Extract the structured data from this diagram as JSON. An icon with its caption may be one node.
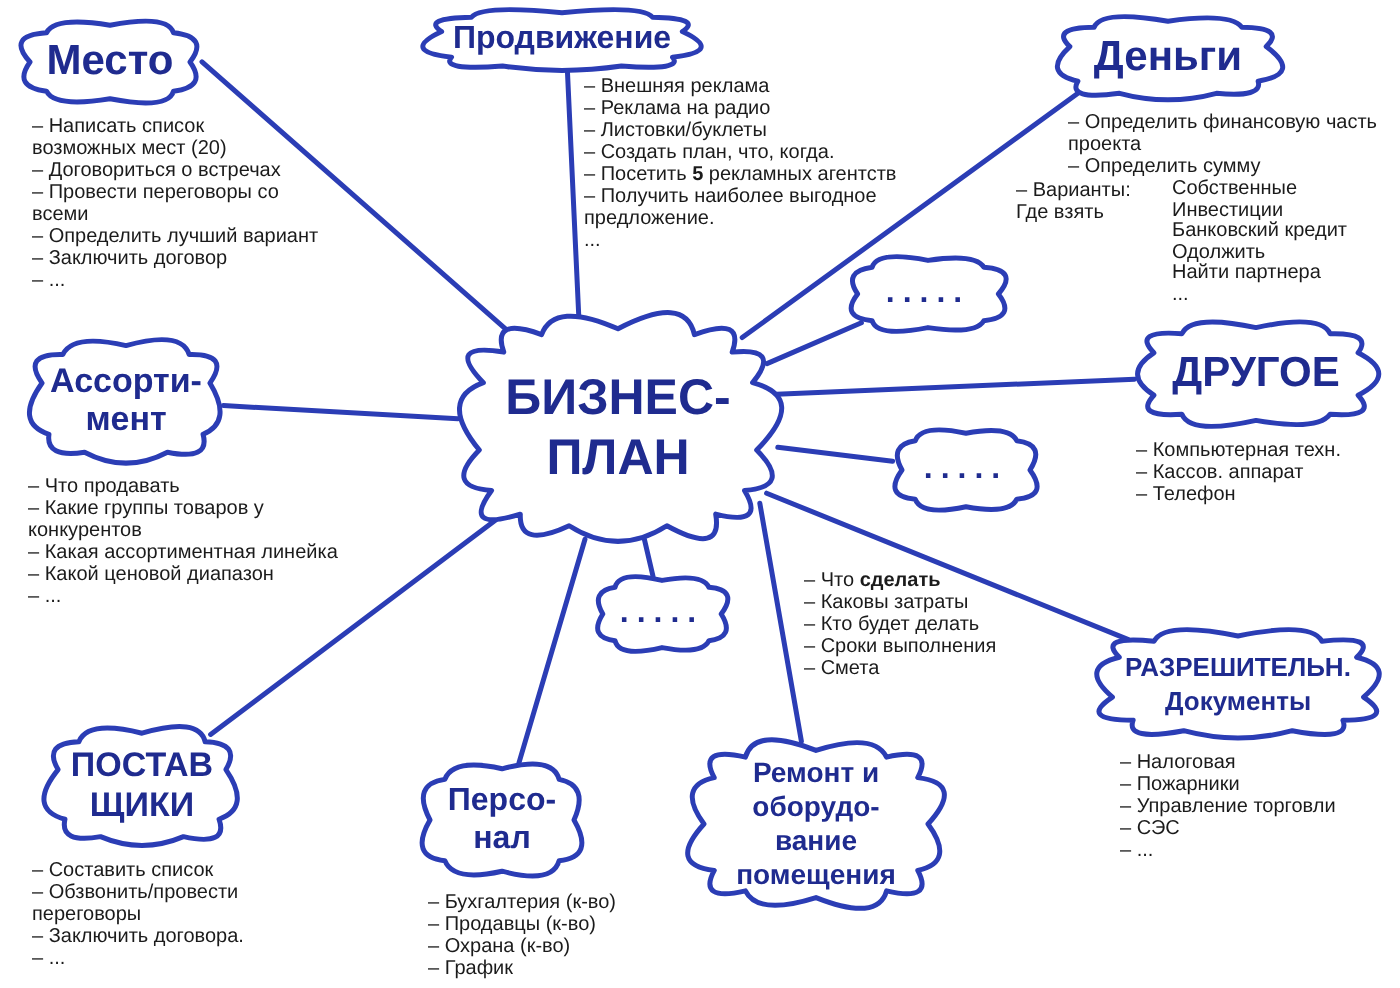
{
  "diagram": {
    "nodes": [
      {
        "text": [
          "Место"
        ],
        "beside": [
          "– Написать список возможных мест (20)",
          "– Договориться о встречах",
          "– Провести переговоры со всеми",
          "– Определить лучший вариант",
          "– Заключить договор",
          "– ..."
        ]
      },
      {
        "text": [
          "Продвижение"
        ],
        "beside": [
          "– Внешняя реклама",
          "– Реклама на радио",
          "– Листовки/буклеты",
          "– Создать план, что, когда.",
          "– Посетить **5** рекламных агентств",
          "– Получить наиболее выгодное предложение.",
          "..."
        ]
      },
      {
        "text": [
          "Деньги"
        ],
        "beside": [
          "– Определить финансовую часть проекта",
          "– Определить сумму",
          "– Варианты:",
          "Где взять",
          "Собственные",
          "Инвестиции",
          "Банковский кредит",
          "Одолжить",
          "Найти партнера",
          "..."
        ]
      },
      {
        "text": [
          "....."
        ]
      },
      {
        "text": [
          "Ассорти- мент"
        ],
        "beside": [
          "– Что продавать",
          "– Какие группы товаров у конкурентов",
          "– Какая ассортиментная линейка",
          "– Какой ценовой диапазон",
          "– ..."
        ]
      },
      {
        "text": [
          "БИЗНЕС- ПЛАН"
        ]
      },
      {
        "text": [
          "ДРУГОЕ"
        ],
        "beside": [
          "– Компьютерная техн.",
          "– Кассов. аппарат",
          "– Телефон"
        ]
      },
      {
        "text": [
          "....."
        ]
      },
      {
        "text": [
          "....."
        ]
      },
      {
        "text": [
          "РАЗРЕШИТЕЛЬН. Документы"
        ],
        "beside": [
          "– Налоговая",
          "– Пожарники",
          "– Управление торговли",
          "– СЭС",
          "– ..."
        ]
      },
      {
        "text": [
          "ПОСТАВ ЩИКИ"
        ],
        "beside": [
          "– Составить список",
          "– Обзвонить/провести переговоры",
          "– Заключить договора.",
          "– ..."
        ]
      },
      {
        "text": [
          "Персо- нал"
        ],
        "beside": [
          "– Бухгалтерия (к-во)",
          "– Продавцы (к-во)",
          "– Охрана (к-во)",
          "– График"
        ]
      },
      {
        "text": [
          "Ремонт и оборудо- вание помещения"
        ],
        "beside": [
          "– Что **сделать**",
          "– Каковы затраты",
          "– Кто будет делать",
          "– Сроки выполнения",
          "– Смета"
        ]
      }
    ],
    "edges": [
      {
        "from": 5,
        "to": 0,
        "arrow": "none"
      },
      {
        "from": 5,
        "to": 1,
        "arrow": "none"
      },
      {
        "from": 5,
        "to": 2,
        "arrow": "none"
      },
      {
        "from": 5,
        "to": 3,
        "arrow": "none"
      },
      {
        "from": 5,
        "to": 4,
        "arrow": "none"
      },
      {
        "from": 5,
        "to": 6,
        "arrow": "none"
      },
      {
        "from": 5,
        "to": 7,
        "arrow": "none"
      },
      {
        "from": 5,
        "to": 8,
        "arrow": "none"
      },
      {
        "from": 5,
        "to": 9,
        "arrow": "none"
      },
      {
        "from": 5,
        "to": 10,
        "arrow": "none"
      },
      {
        "from": 5,
        "to": 11,
        "arrow": "none"
      },
      {
        "from": 5,
        "to": 12,
        "arrow": "none"
      }
    ]
  }
}
